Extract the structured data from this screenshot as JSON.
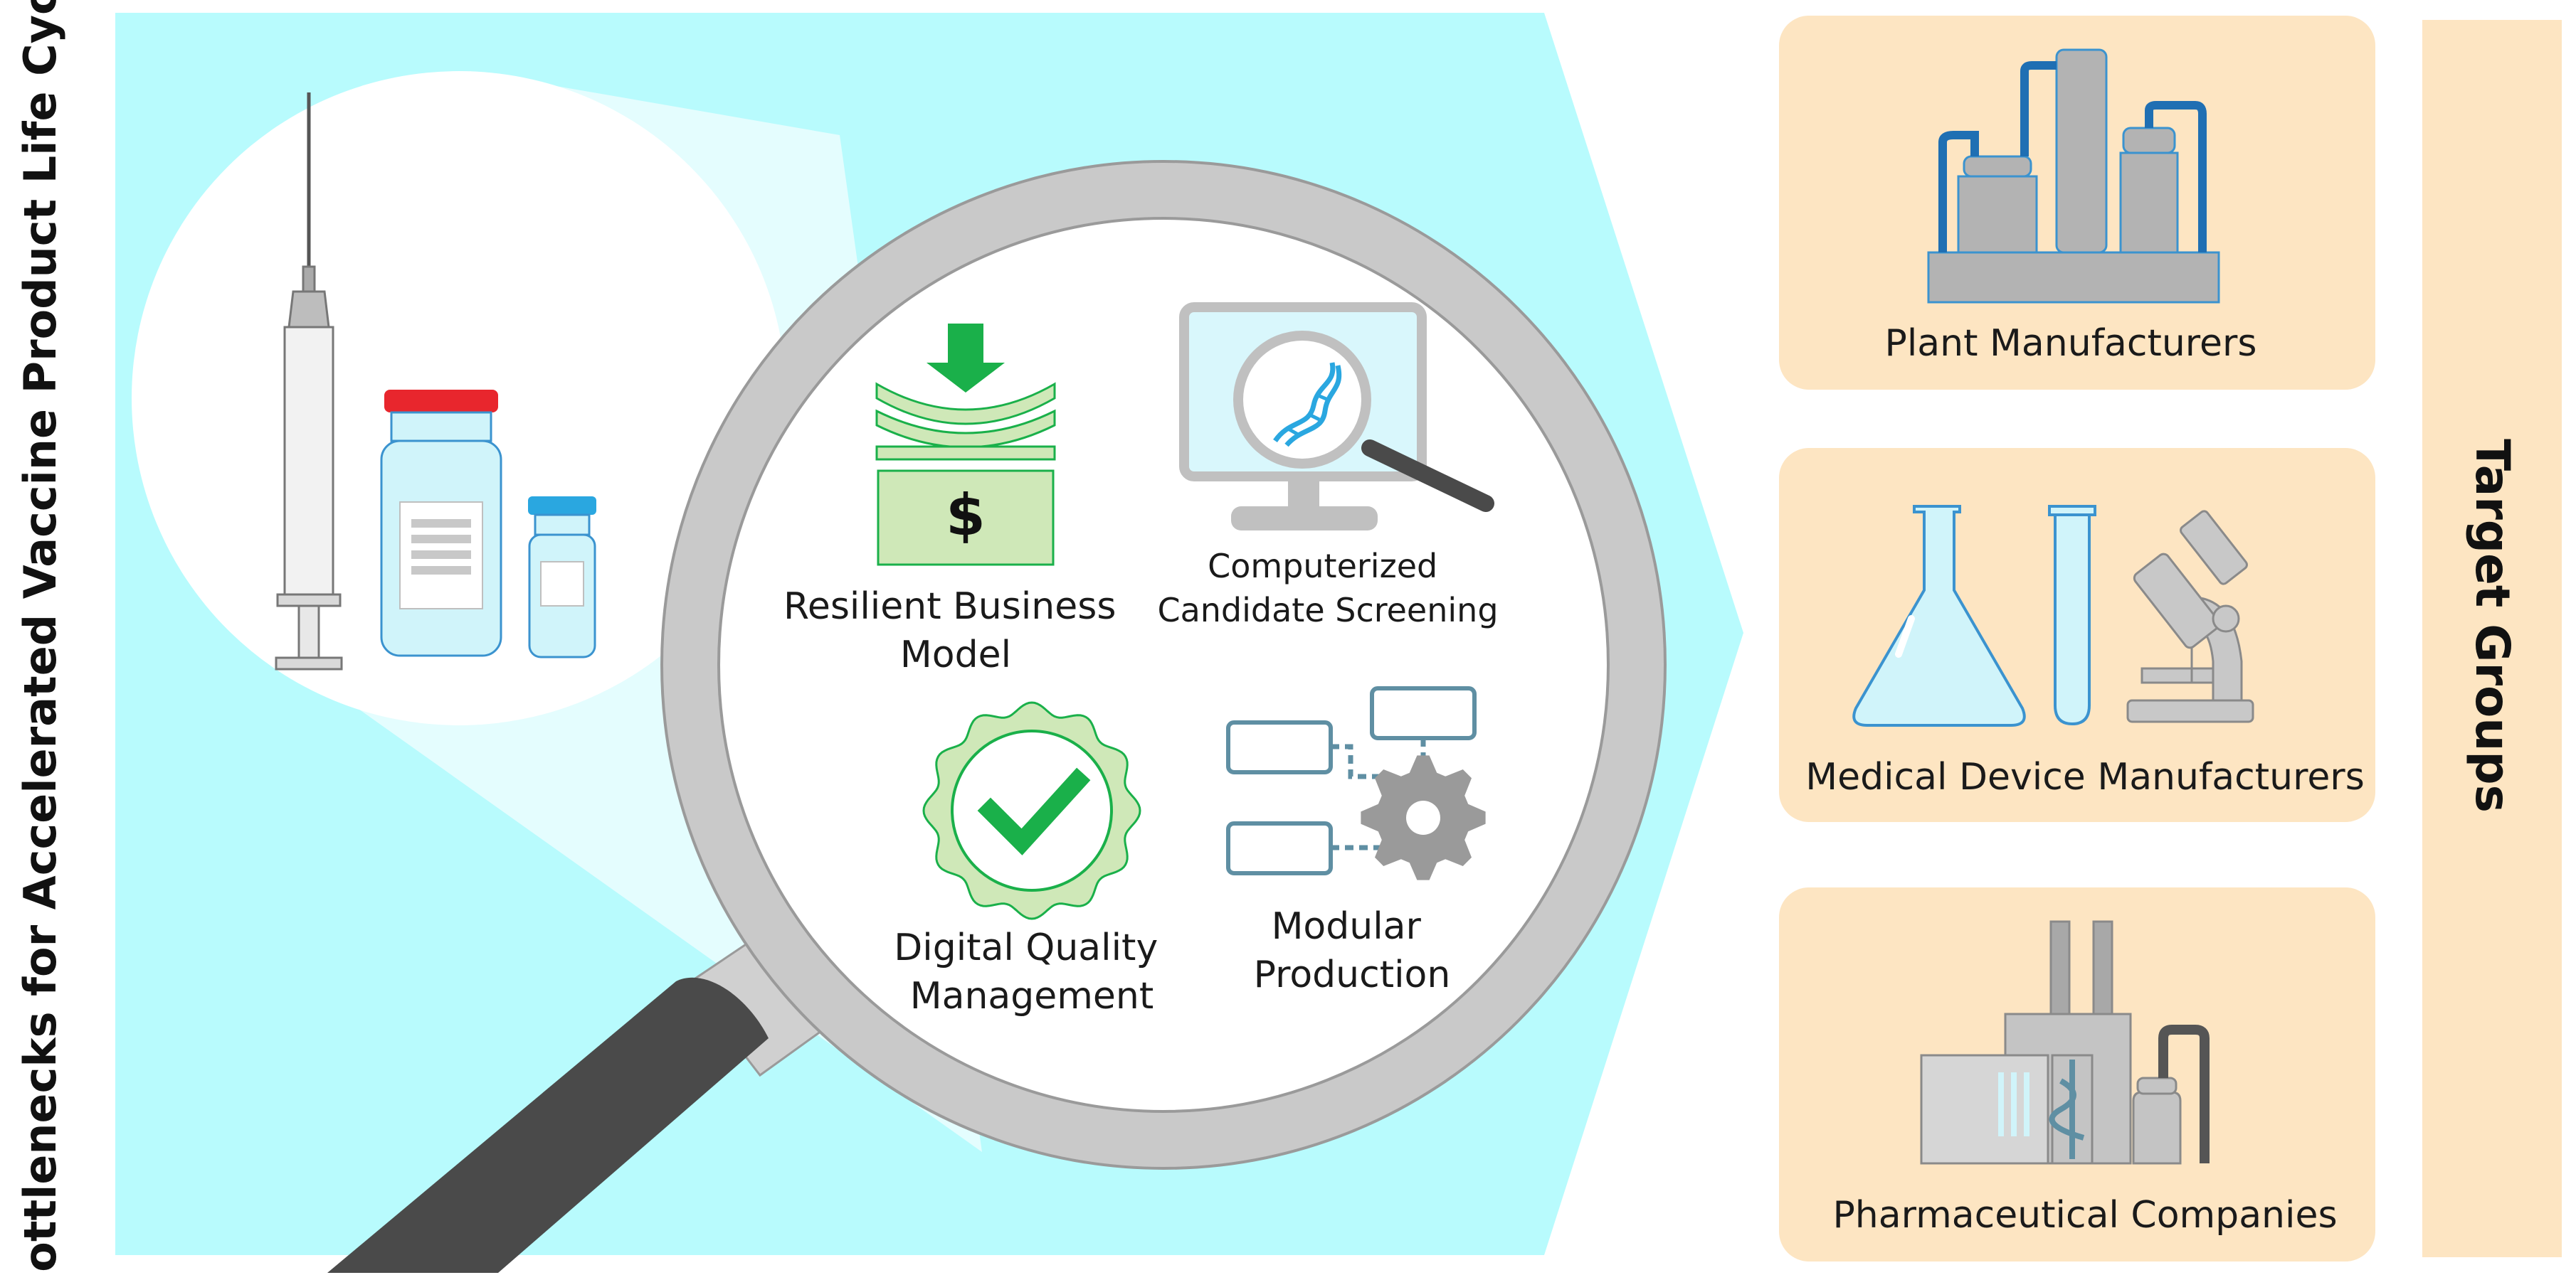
{
  "left_title": "Bottlenecks for Accelerated Vaccine Product Life Cycles",
  "right_title": "Target Groups",
  "bottlenecks": [
    {
      "lines": [
        "Resilient Business",
        "Model"
      ],
      "icon": "banknote-compression-icon"
    },
    {
      "lines": [
        "Computerized",
        "Candidate Screening"
      ],
      "icon": "monitor-dna-search-icon"
    },
    {
      "lines": [
        "Digital Quality",
        "Management"
      ],
      "icon": "quality-seal-check-icon"
    },
    {
      "lines": [
        "Modular",
        "Production"
      ],
      "icon": "modules-gear-icon"
    }
  ],
  "target_groups": [
    {
      "label": "Plant Manufacturers",
      "icon": "process-plant-icon"
    },
    {
      "label": "Medical Device Manufacturers",
      "icon": "lab-equipment-icon"
    },
    {
      "label": "Pharmaceutical Companies",
      "icon": "pharma-factory-icon"
    }
  ],
  "colors": {
    "panel_cyan": "#b8fbfd",
    "panel_peach": "#fde5c2",
    "lens_ring": "#c9c9c9",
    "handle": "#4a4a4a",
    "green": "#1ab04a",
    "green_light": "#cfe8b8",
    "blue_outline": "#3b93cf",
    "gray_icon": "#b3b3b3",
    "red_cap": "#e8262d",
    "blue_cap": "#2aa7e0"
  }
}
